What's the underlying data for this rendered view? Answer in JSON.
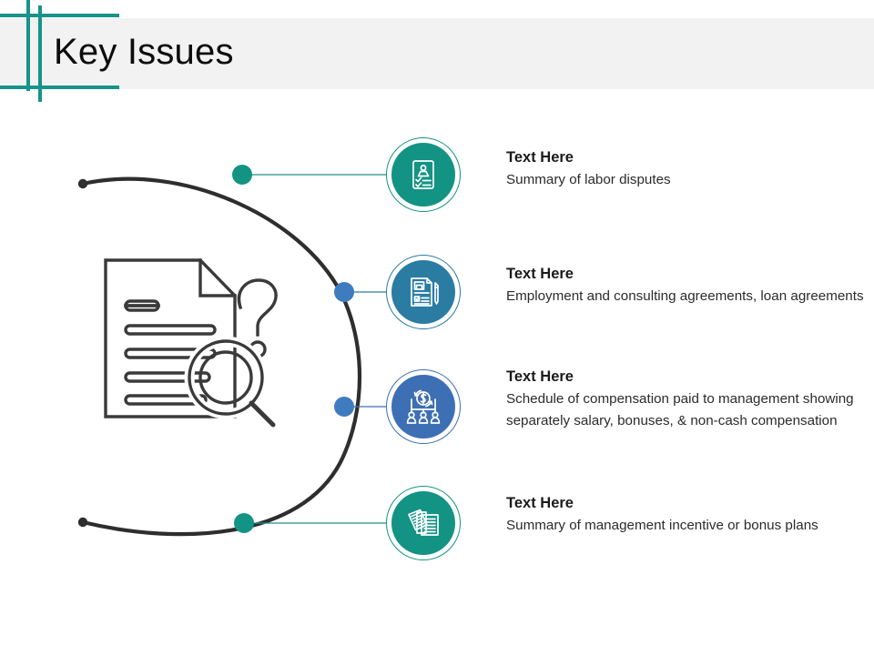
{
  "slide": {
    "title": "Key Issues",
    "background_color": "#ffffff",
    "header_band_color": "#f2f2f2",
    "accent_color": "#18938a"
  },
  "main_illustration": {
    "icon": "document-question-search-icon",
    "stroke_color": "#3a3a3a"
  },
  "arc": {
    "stroke_color": "#2e2e2e",
    "end_dot_color": "#2e2e2e"
  },
  "items": [
    {
      "title": "Text Here",
      "body": "Summary of labor disputes",
      "icon": "clipboard-checklist-person-icon",
      "color": "#139384",
      "dot_color": "#139384",
      "connector_color": "#1f8f8c"
    },
    {
      "title": "Text Here",
      "body": "Employment and consulting agreements, loan agreements",
      "icon": "document-with-pen-icon",
      "color": "#2b7ca3",
      "dot_color": "#3f7cbf",
      "connector_color": "#2b7ca3"
    },
    {
      "title": "Text Here",
      "body": "Schedule of compensation paid to management showing separately salary, bonuses, & non-cash compensation",
      "icon": "money-cycle-people-icon",
      "color": "#3d6fb4",
      "dot_color": "#3f7cbf",
      "connector_color": "#3d6fb4"
    },
    {
      "title": "Text Here",
      "body": "Summary of management incentive or bonus plans",
      "icon": "stacked-documents-icon",
      "color": "#139384",
      "dot_color": "#139384",
      "connector_color": "#1f8f8c"
    }
  ]
}
